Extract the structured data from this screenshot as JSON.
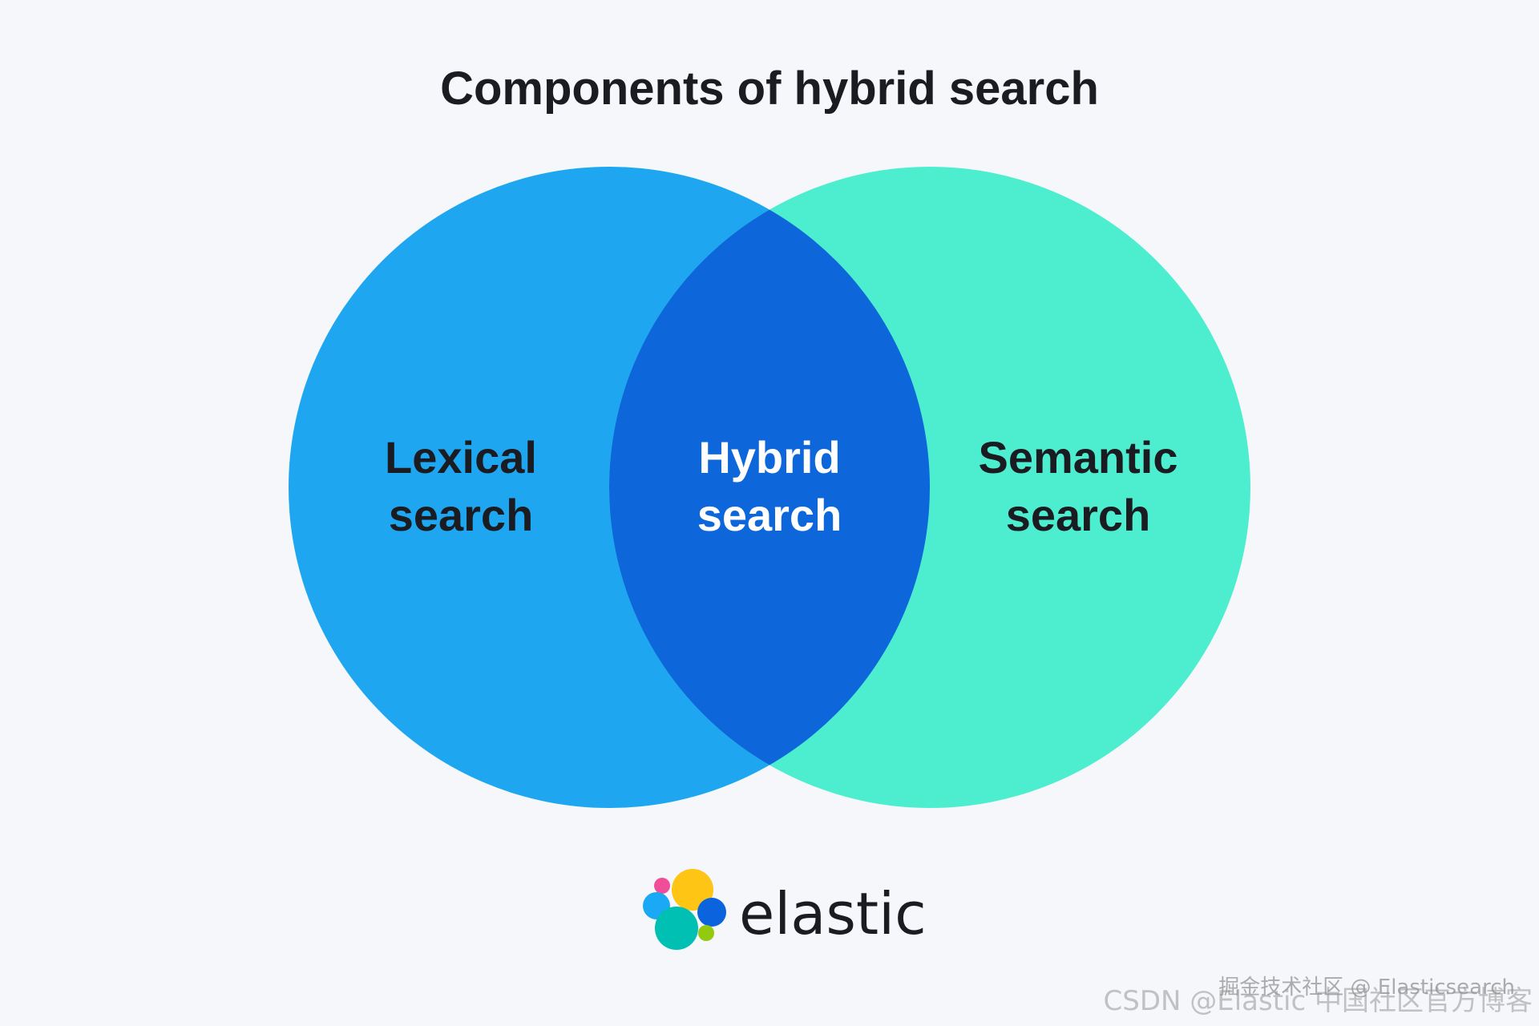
{
  "title": "Components of hybrid search",
  "circles": {
    "left": {
      "line1": "Lexical",
      "line2": "search"
    },
    "center": {
      "line1": "Hybrid",
      "line2": "search"
    },
    "right": {
      "line1": "Semantic",
      "line2": "search"
    }
  },
  "brand": {
    "name": "elastic",
    "icon": "elastic-logo-icon"
  },
  "watermarks": {
    "csdn": "CSDN @Elastic 中国社区官方博客",
    "juejin": "掘金技术社区 @ Elasticsearch"
  },
  "colors": {
    "background": "#f5f7fa",
    "lexical": "#1ea7f0",
    "semantic": "#4deecf",
    "hybrid": "#0d66da",
    "dark_text": "#1a1c21",
    "light_text": "#ffffff"
  }
}
